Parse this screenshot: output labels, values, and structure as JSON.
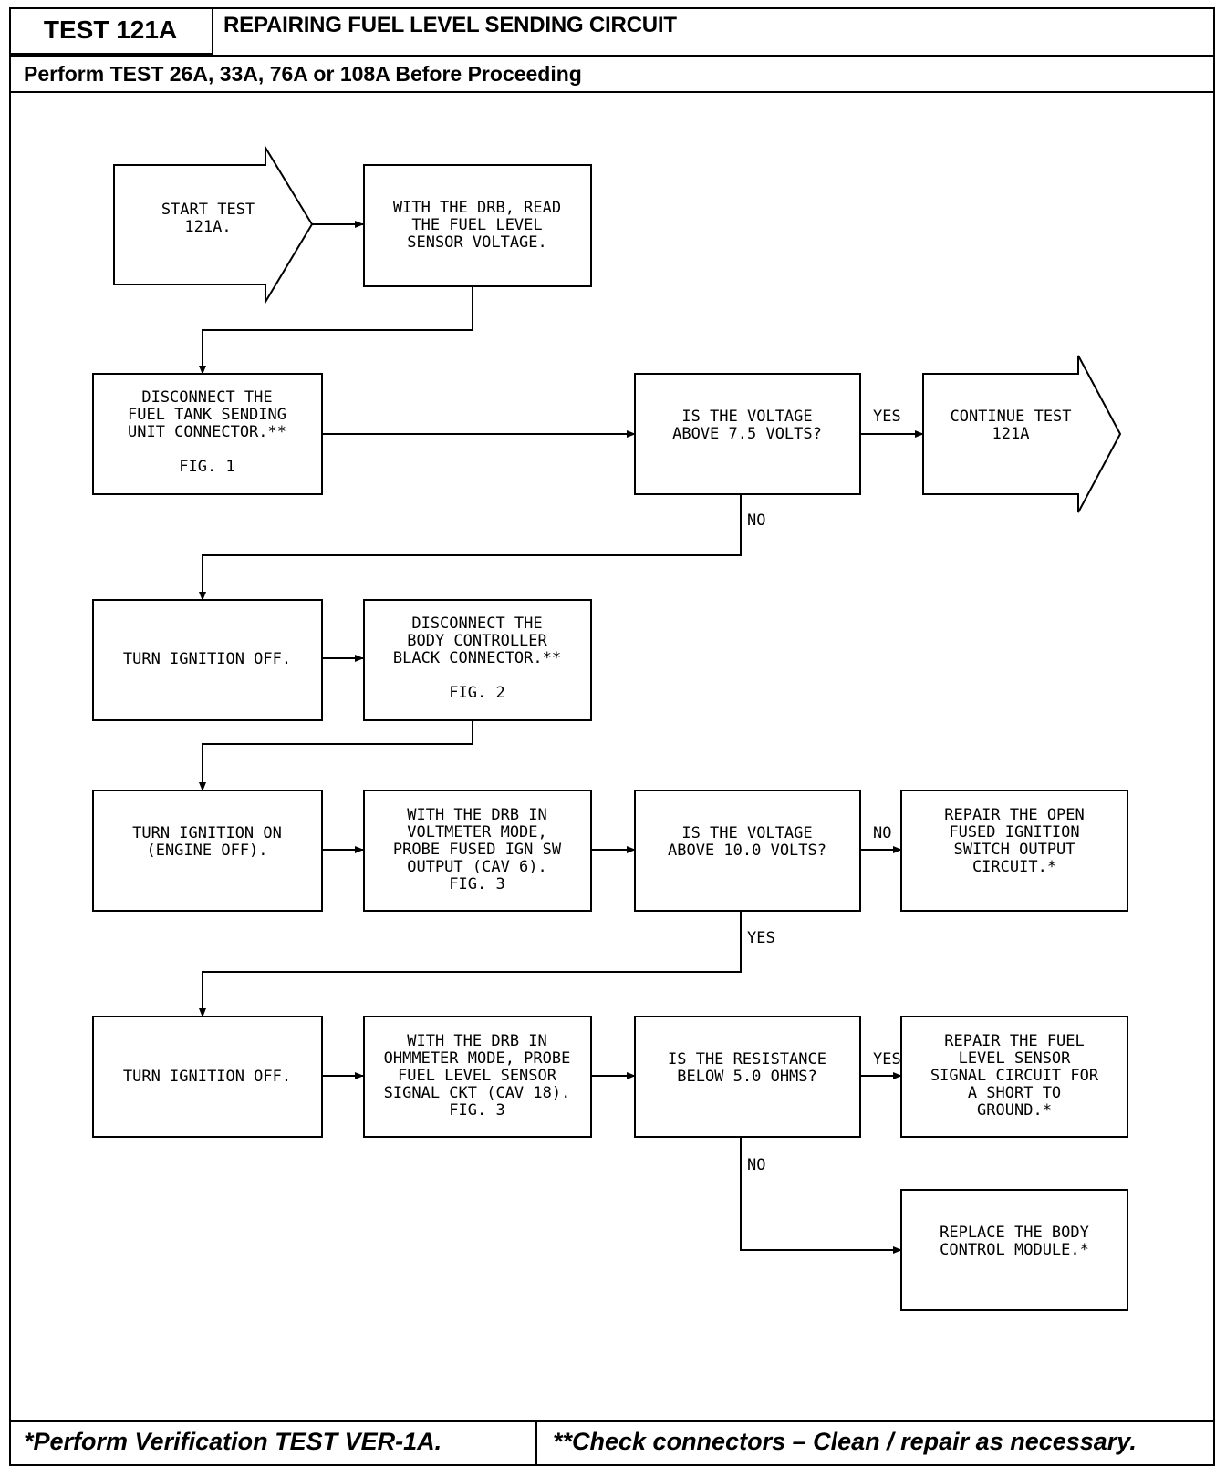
{
  "header": {
    "test_id": "TEST 121A",
    "title": "REPAIRING FUEL LEVEL SENDING CIRCUIT",
    "prerequisite": "Perform TEST 26A, 33A, 76A or 108A Before Proceeding"
  },
  "flowchart": {
    "start": [
      "START TEST",
      "121A."
    ],
    "read_voltage": [
      "WITH THE DRB, READ",
      "THE FUEL LEVEL",
      "SENSOR VOLTAGE."
    ],
    "disconnect_sending_unit": [
      "DISCONNECT THE",
      "FUEL TANK SENDING",
      "UNIT CONNECTOR.**",
      "",
      "FIG. 1"
    ],
    "voltage_above_7_5": [
      "IS THE VOLTAGE",
      "ABOVE 7.5 VOLTS?"
    ],
    "continue_test": [
      "CONTINUE TEST",
      "121A"
    ],
    "turn_ignition_off_1": [
      "TURN IGNITION OFF."
    ],
    "disconnect_body_controller": [
      "DISCONNECT THE",
      "BODY CONTROLLER",
      "BLACK CONNECTOR.**",
      "",
      "FIG. 2"
    ],
    "turn_ignition_on": [
      "TURN IGNITION ON",
      "(ENGINE OFF)."
    ],
    "probe_fused_ign": [
      "WITH THE DRB IN",
      "VOLTMETER MODE,",
      "PROBE FUSED IGN SW",
      "OUTPUT (CAV 6).",
      "FIG. 3"
    ],
    "voltage_above_10": [
      "IS THE VOLTAGE",
      "ABOVE 10.0 VOLTS?"
    ],
    "repair_open_circuit": [
      "REPAIR THE OPEN",
      "FUSED IGNITION",
      "SWITCH OUTPUT",
      "CIRCUIT.*"
    ],
    "turn_ignition_off_2": [
      "TURN IGNITION OFF."
    ],
    "probe_sensor_signal": [
      "WITH THE DRB IN",
      "OHMMETER MODE, PROBE",
      "FUEL LEVEL SENSOR",
      "SIGNAL CKT (CAV 18).",
      "FIG. 3"
    ],
    "resistance_below_5": [
      "IS THE RESISTANCE",
      "BELOW 5.0 OHMS?"
    ],
    "repair_short": [
      "REPAIR THE FUEL",
      "LEVEL SENSOR",
      "SIGNAL CIRCUIT FOR",
      "A SHORT TO",
      "GROUND.*"
    ],
    "replace_module": [
      "REPLACE THE BODY",
      "CONTROL MODULE.*"
    ],
    "labels": {
      "yes_1": "YES",
      "no_1": "NO",
      "no_2": "NO",
      "yes_2": "YES",
      "yes_3": "YES",
      "no_3": "NO"
    }
  },
  "footer": {
    "left": "*Perform Verification TEST VER-1A.",
    "right": "**Check connectors – Clean / repair as necessary."
  }
}
